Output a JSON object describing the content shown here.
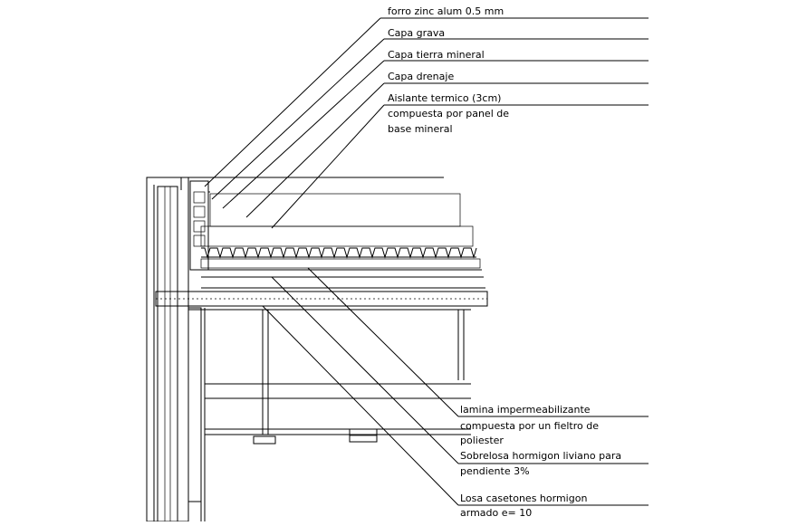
{
  "labels_top": [
    {
      "id": "forro",
      "lines": [
        "forro zinc alum 0.5 mm"
      ]
    },
    {
      "id": "grava",
      "lines": [
        "Capa grava"
      ]
    },
    {
      "id": "tierra",
      "lines": [
        "Capa tierra mineral"
      ]
    },
    {
      "id": "drenaje",
      "lines": [
        "Capa drenaje"
      ]
    },
    {
      "id": "aislante",
      "lines": [
        "Aislante termico (3cm)",
        "compuesta por panel de",
        "base mineral"
      ]
    }
  ],
  "labels_bottom": [
    {
      "id": "lamina",
      "lines": [
        "lamina impermeabilizante",
        "compuesta por un fieltro de",
        "poliester"
      ]
    },
    {
      "id": "sobrelosa",
      "lines": [
        "Sobrelosa hormigon liviano para",
        "pendiente 3%"
      ]
    },
    {
      "id": "losa",
      "lines": [
        "Losa casetones hormigon",
        "armado e= 10"
      ]
    }
  ]
}
